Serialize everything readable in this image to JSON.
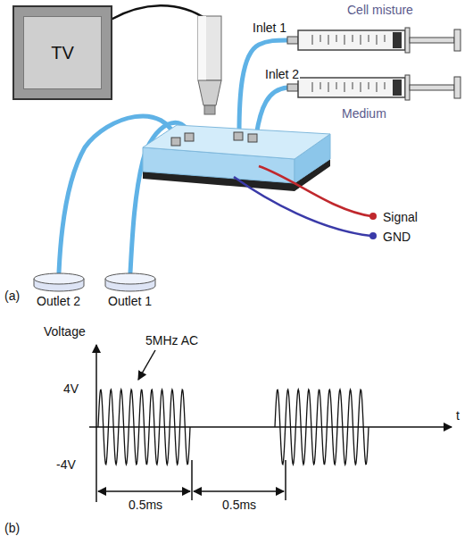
{
  "diagram": {
    "nodes": [
      {
        "text": [
          "TV"
        ]
      }
    ],
    "labels": [
      "Cell misture",
      "Inlet 1",
      "Inlet 2",
      "Medium",
      "Signal",
      "GND",
      "(a)",
      "Outlet 2",
      "Outlet 1",
      "Voltage",
      "5MHz AC",
      "4V",
      "-4V",
      "t",
      "0.5ms",
      "0.5ms",
      "(b)"
    ]
  }
}
